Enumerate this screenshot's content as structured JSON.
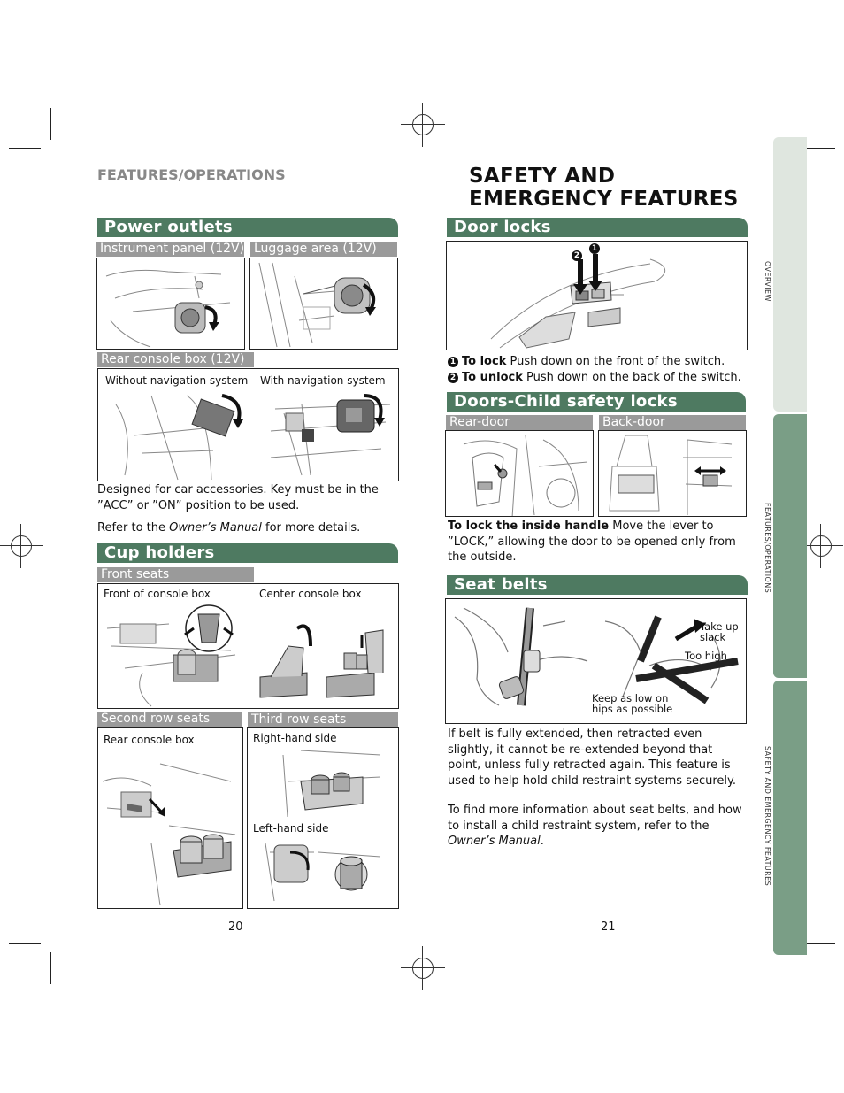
{
  "left_page": {
    "running_head": "FEATURES/OPERATIONS",
    "power_outlets": {
      "title": "Power outlets",
      "instrument_panel": "Instrument panel (12V)",
      "luggage_area": "Luggage area (12V)",
      "rear_console": "Rear console box (12V)",
      "without_nav": "Without navigation system",
      "with_nav": "With navigation system",
      "desc": "Designed for car accessories. Key must be in the ”ACC” or ”ON” position to be used.",
      "refer_pre": "Refer to the ",
      "refer_manual": "Owner’s Manual",
      "refer_post": " for more details."
    },
    "cup_holders": {
      "title": "Cup holders",
      "front_seats": "Front seats",
      "front_console": "Front of console box",
      "center_console": "Center console box",
      "second_row": "Second row seats",
      "third_row": "Third row seats",
      "rear_console": "Rear console box",
      "right_side": "Right-hand side",
      "left_side": "Left-hand side"
    },
    "page_number": "20"
  },
  "right_page": {
    "title_line1": "SAFETY AND",
    "title_line2": "EMERGENCY FEATURES",
    "door_locks": {
      "title": "Door locks",
      "marker1": "1",
      "marker2": "2",
      "lock_label": "To lock",
      "lock_text": " Push down on the front of the switch.",
      "unlock_label": "To unlock",
      "unlock_text": " Push down on the back of the switch."
    },
    "child_locks": {
      "title": "Doors-Child safety locks",
      "rear_door": "Rear-door",
      "back_door": "Back-door",
      "desc_bold": "To lock the inside handle",
      "desc_text": " Move the lever to ”LOCK,” allowing the door to be opened only from the outside."
    },
    "seat_belts": {
      "title": "Seat belts",
      "take_up": "Take up",
      "slack": "slack",
      "too_high": "Too high",
      "keep_low": "Keep as low on",
      "hips": "hips as possible",
      "para1": "If belt is fully extended, then retracted even slightly, it cannot be re-extended beyond that point, unless fully retracted again. This feature is used to help hold child restraint systems securely.",
      "para2_pre": "To find more information about seat belts, and how to install a child restraint system, refer to the ",
      "para2_manual": "Owner’s Manual",
      "para2_post": "."
    },
    "page_number": "21"
  },
  "side_tabs": [
    "OVERVIEW",
    "FEATURES/OPERATIONS",
    "SAFETY AND EMERGENCY FEATURES"
  ]
}
